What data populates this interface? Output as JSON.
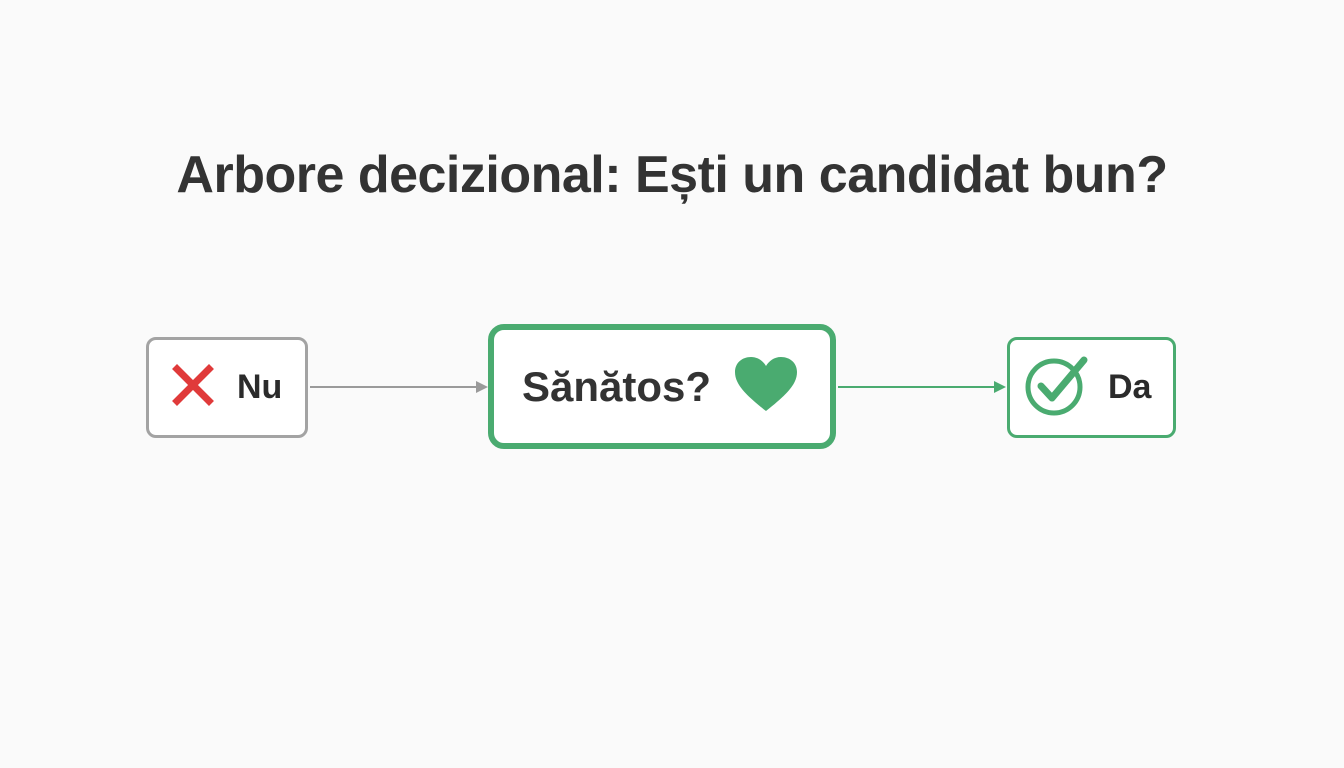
{
  "title": "Arbore decizional: Ești un candidat bun?",
  "nodes": {
    "no": {
      "label": "Nu",
      "icon": "cross-icon",
      "border_color": "#a3a3a3",
      "icon_color": "#e03a3a"
    },
    "question": {
      "label": "Sănătos?",
      "icon": "heart-icon",
      "border_color": "#4aab70",
      "icon_color": "#4aab70"
    },
    "yes": {
      "label": "Da",
      "icon": "check-circle-icon",
      "border_color": "#4aab70",
      "icon_color": "#4aab70"
    }
  },
  "edges": [
    {
      "from": "no",
      "to": "question",
      "color": "#9a9a9a"
    },
    {
      "from": "question",
      "to": "yes",
      "color": "#4aab70"
    }
  ]
}
